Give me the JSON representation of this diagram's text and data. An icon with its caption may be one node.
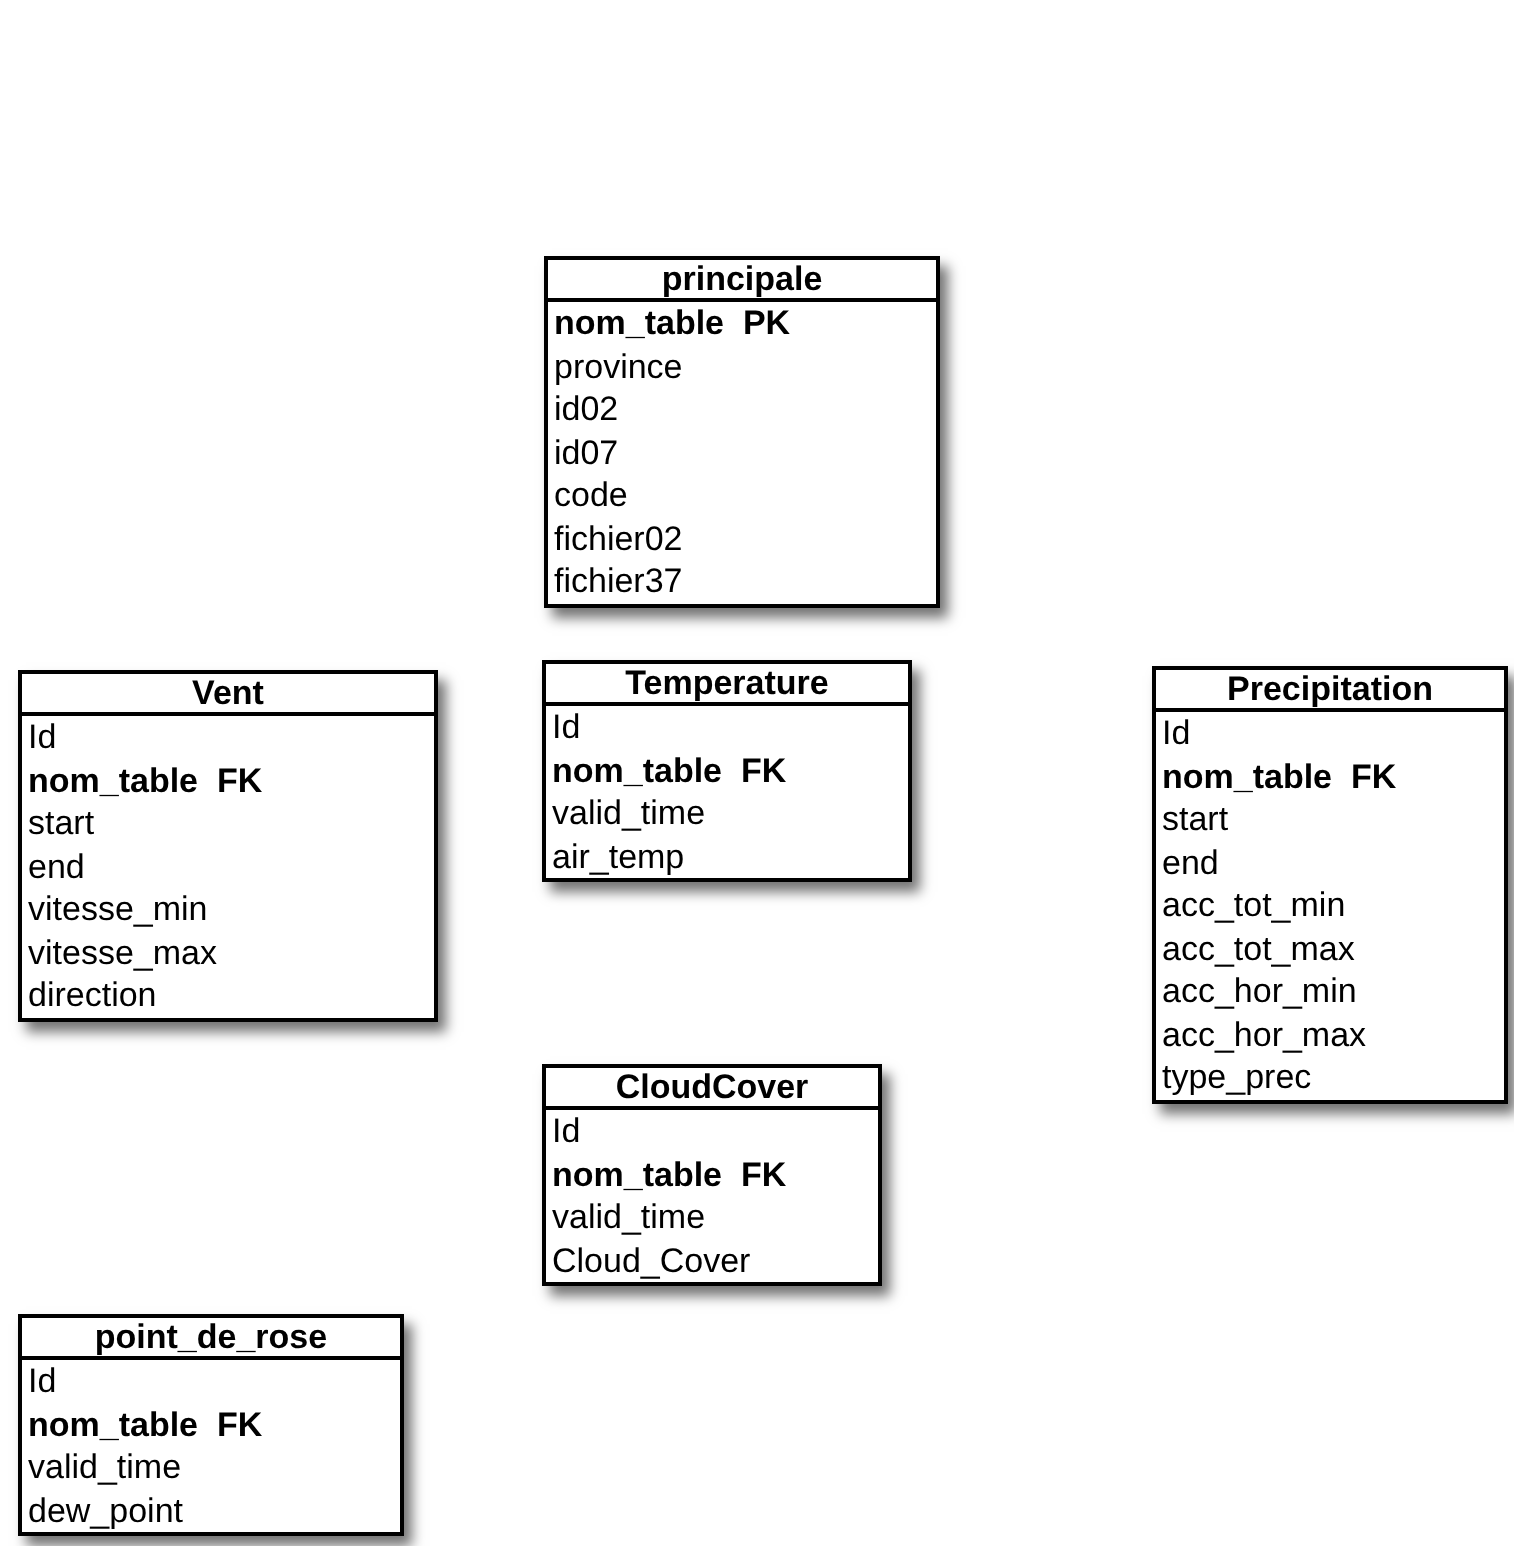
{
  "diagram": {
    "nodes": [
      {
        "text": [
          "principale",
          "**nom_table  PK**",
          "province",
          "id02",
          "id07",
          "code",
          "fichier02",
          "fichier37"
        ]
      },
      {
        "text": [
          "Vent",
          "Id",
          "**nom_table  FK**",
          "start",
          "end",
          "vitesse_min",
          "vitesse_max",
          "direction"
        ]
      },
      {
        "text": [
          "Temperature",
          "Id",
          "**nom_table  FK**",
          "valid_time",
          "air_temp"
        ]
      },
      {
        "text": [
          "Precipitation",
          "Id",
          "**nom_table  FK**",
          "start",
          "end",
          "acc_tot_min",
          "acc_tot_max",
          "acc_hor_min",
          "acc_hor_max",
          "type_prec"
        ]
      },
      {
        "text": [
          "CloudCover",
          "Id",
          "**nom_table  FK**",
          "valid_time",
          "Cloud_Cover"
        ]
      },
      {
        "text": [
          "point_de_rose",
          "Id",
          "**nom_table  FK**",
          "valid_time",
          "dew_point"
        ]
      }
    ]
  }
}
